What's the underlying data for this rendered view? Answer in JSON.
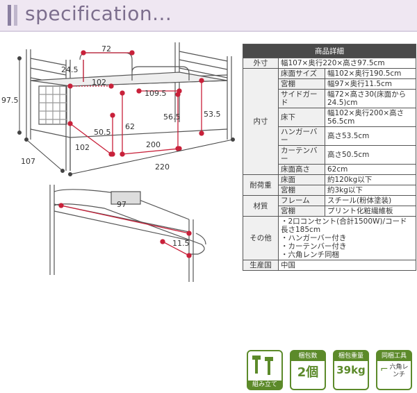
{
  "header": {
    "title": "specification..."
  },
  "dimensions": {
    "d72": "72",
    "d24_5": "24.5",
    "d102_top": "102",
    "d109_5": "109.5",
    "d97_5": "97.5",
    "d56_5": "56.5",
    "d53_5": "53.5",
    "d50_5": "50.5",
    "d62": "62",
    "d102_bottom": "102",
    "d200": "200",
    "d107": "107",
    "d220": "220",
    "d97": "97",
    "d11_5": "11.5"
  },
  "spec": {
    "heading": "商品詳細",
    "outer_label": "外寸",
    "outer_value": "幅107×奥行220×高さ97.5cm",
    "inner_label": "内寸",
    "inner_rows": [
      {
        "label": "床面サイズ",
        "value": "幅102×奥行190.5cm"
      },
      {
        "label": "宮棚",
        "value": "幅97×奥行11.5cm"
      },
      {
        "label": "サイドガード",
        "value": "幅72×高さ30(床面から24.5)cm"
      },
      {
        "label": "床下",
        "value": "幅102×奥行200×高さ56.5cm"
      },
      {
        "label": "ハンガーバー",
        "value": "高さ53.5cm"
      },
      {
        "label": "カーテンバー",
        "value": "高さ50.5cm"
      },
      {
        "label": "床面高さ",
        "value": "62cm"
      }
    ],
    "load_label": "耐荷重",
    "load_rows": [
      {
        "label": "床面",
        "value": "約120kg以下"
      },
      {
        "label": "宮棚",
        "value": "約3kg以下"
      }
    ],
    "material_label": "材質",
    "material_rows": [
      {
        "label": "フレーム",
        "value": "スチール(粉体塗装)"
      },
      {
        "label": "宮棚",
        "value": "プリント化粧繊維板"
      }
    ],
    "other_label": "その他",
    "other_lines": [
      "・2口コンセント(合計1500W)/コード長さ185cm",
      "・ハンガーバー付き",
      "・カーテンバー付き",
      "・六角レンチ同梱"
    ],
    "origin_label": "生産国",
    "origin_value": "中国"
  },
  "badges": [
    {
      "top": "",
      "main": "",
      "bottom": "組み立て",
      "icon": "tools-icon"
    },
    {
      "top": "梱包数",
      "main": "2個",
      "bottom": "",
      "icon": "box-icon"
    },
    {
      "top": "梱包重量",
      "main": "39kg",
      "bottom": "",
      "icon": "weight-icon"
    },
    {
      "top": "同梱工具",
      "main": "六角レンチ",
      "bottom": "",
      "icon": "hex-wrench-icon"
    }
  ],
  "colors": {
    "accent": "#8a7fa0",
    "dimension_red": "#c8213a",
    "badge_green": "#5c8a2a"
  }
}
